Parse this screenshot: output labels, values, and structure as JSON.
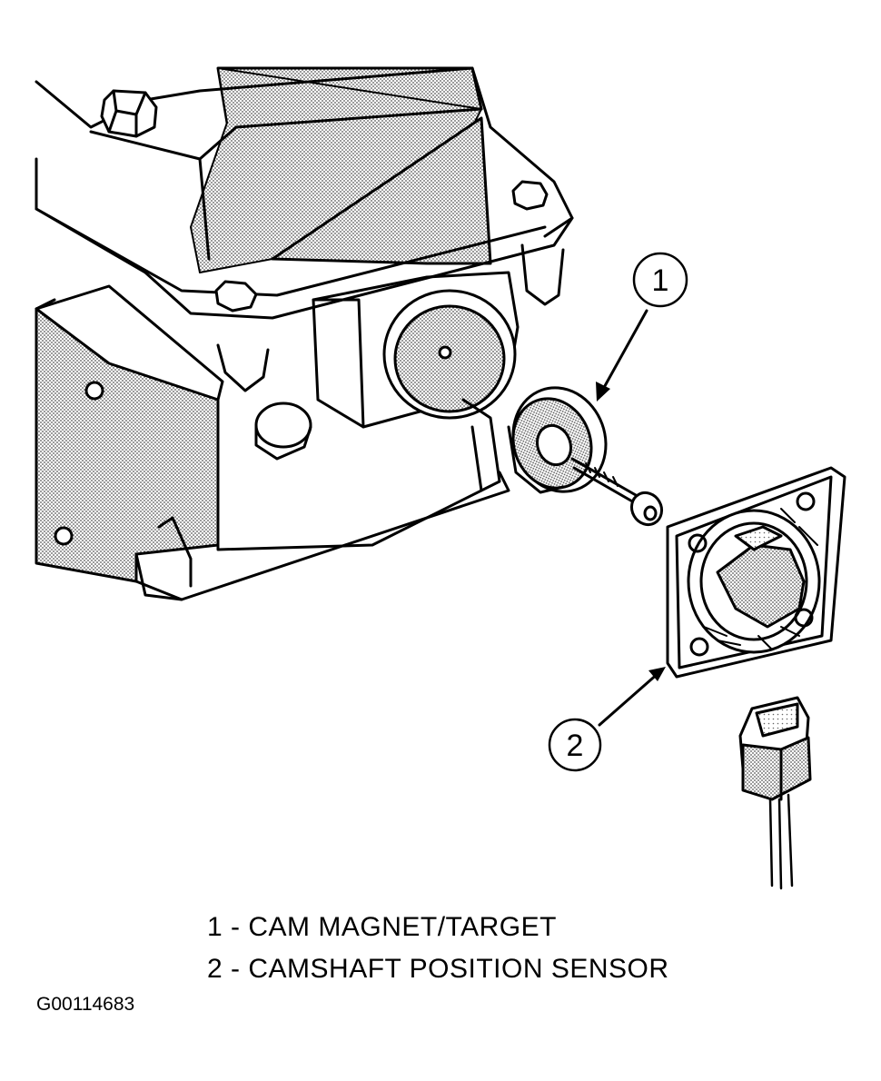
{
  "callouts": [
    {
      "number": "1"
    },
    {
      "number": "2"
    }
  ],
  "legend": [
    {
      "number": "1",
      "separator": " - ",
      "text": "CAM MAGNET/TARGET"
    },
    {
      "number": "2",
      "separator": " - ",
      "text": "CAMSHAFT POSITION SENSOR"
    }
  ],
  "figure_id": "G00114683",
  "colors": {
    "line": "#000000",
    "background": "#ffffff",
    "stipple": "#8a8a8a"
  }
}
